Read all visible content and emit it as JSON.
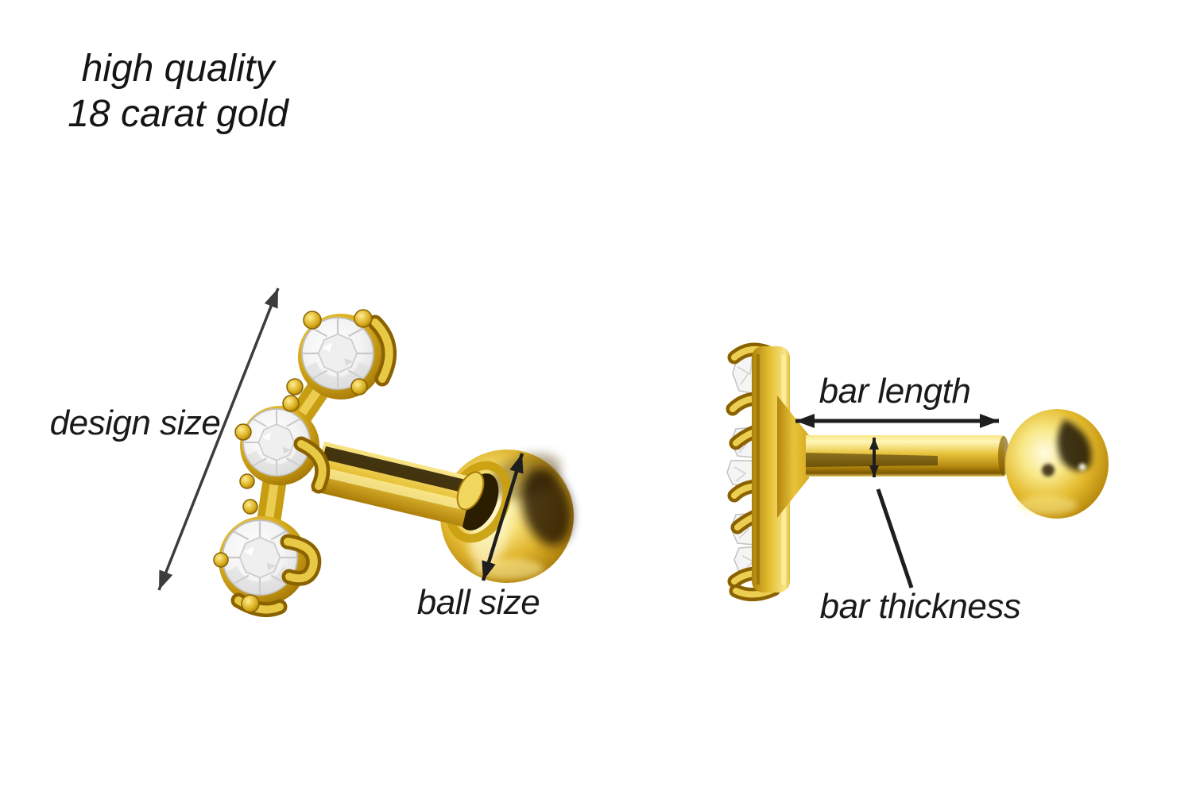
{
  "page": {
    "background_color": "#ffffff",
    "description_of_views": {
      "front_view": "gold ear stud with three prong-set crystals, bar and ball",
      "side_view": "same stud seen edge-on with horizontal bar and ball"
    }
  },
  "heading": {
    "line1": "high quality",
    "line2": "18 carat gold"
  },
  "annotations": {
    "design_size_label": "design size",
    "ball_size_label": "ball size",
    "bar_length_label": "bar length",
    "bar_thickness_label": "bar thickness"
  },
  "colors": {
    "text": "#1a1a1a",
    "measure_arrow": "#1e1e1e",
    "design_arrow": "#3c3c3c",
    "gold_base": "#d9ae1d",
    "gold_highlight": "#fff3a8",
    "gold_shadow": "#7c5800",
    "gold_dark_line": "#241700",
    "crystal_white": "#f5f5f5",
    "crystal_facet": "#c6c6c6"
  }
}
